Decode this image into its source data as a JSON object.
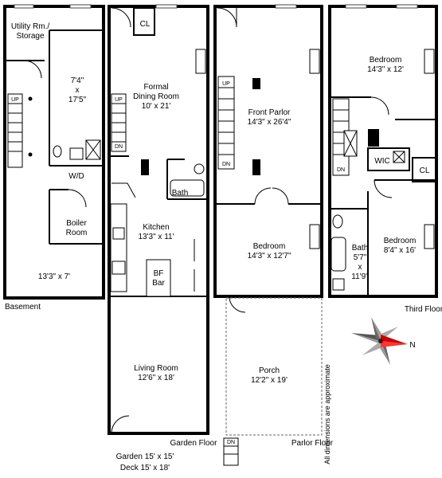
{
  "floors": [
    {
      "label": "Basement"
    },
    {
      "label": "Garden Floor"
    },
    {
      "label": "Parlor Floor"
    },
    {
      "label": "Third Floor"
    }
  ],
  "rooms": {
    "utility": {
      "name": "Utility Rm./",
      "name2": "Storage"
    },
    "storage_dims": {
      "line1": "7'4\"",
      "line2": "x",
      "line3": "17'5\""
    },
    "wd": {
      "name": "W/D"
    },
    "boiler": {
      "name": "Boiler",
      "name2": "Room"
    },
    "basement_dims": {
      "dims": "13'3\" x 7'"
    },
    "cl_garden": {
      "name": "CL"
    },
    "dining": {
      "name": "Formal",
      "name2": "Dining Room",
      "dims": "10' x 21'"
    },
    "bath_garden": {
      "name": "Bath"
    },
    "kitchen": {
      "name": "Kitchen",
      "dims": "13'3\" x 11'"
    },
    "bfbar": {
      "name": "BF",
      "name2": "Bar"
    },
    "living": {
      "name": "Living Room",
      "dims": "12'6\" x 18'"
    },
    "garden_out": {
      "dims": "Garden 15' x 15'"
    },
    "deck": {
      "dims": "Deck 15' x 18'"
    },
    "front_parlor": {
      "name": "Front Parlor",
      "dims": "14'3\" x 26'4\""
    },
    "bedroom_parlor": {
      "name": "Bedroom",
      "dims": "14'3\" x 12'7\""
    },
    "porch": {
      "name": "Porch",
      "dims": "12'2\" x 19'"
    },
    "bedroom_top": {
      "name": "Bedroom",
      "dims": "14'3\" x 12'"
    },
    "wic": {
      "name": "WIC"
    },
    "cl_third": {
      "name": "CL"
    },
    "bedroom_small": {
      "name": "Bedroom",
      "dims": "8'4\" x 16'"
    },
    "bath_third": {
      "name": "Bath",
      "line1": "5'7\"",
      "line2": "x",
      "line3": "11'9\""
    }
  },
  "stairs": {
    "up": "UP",
    "dn": "DN"
  },
  "notes": {
    "approx": "All dimensions are approximate"
  },
  "compass": {
    "label": "N"
  }
}
